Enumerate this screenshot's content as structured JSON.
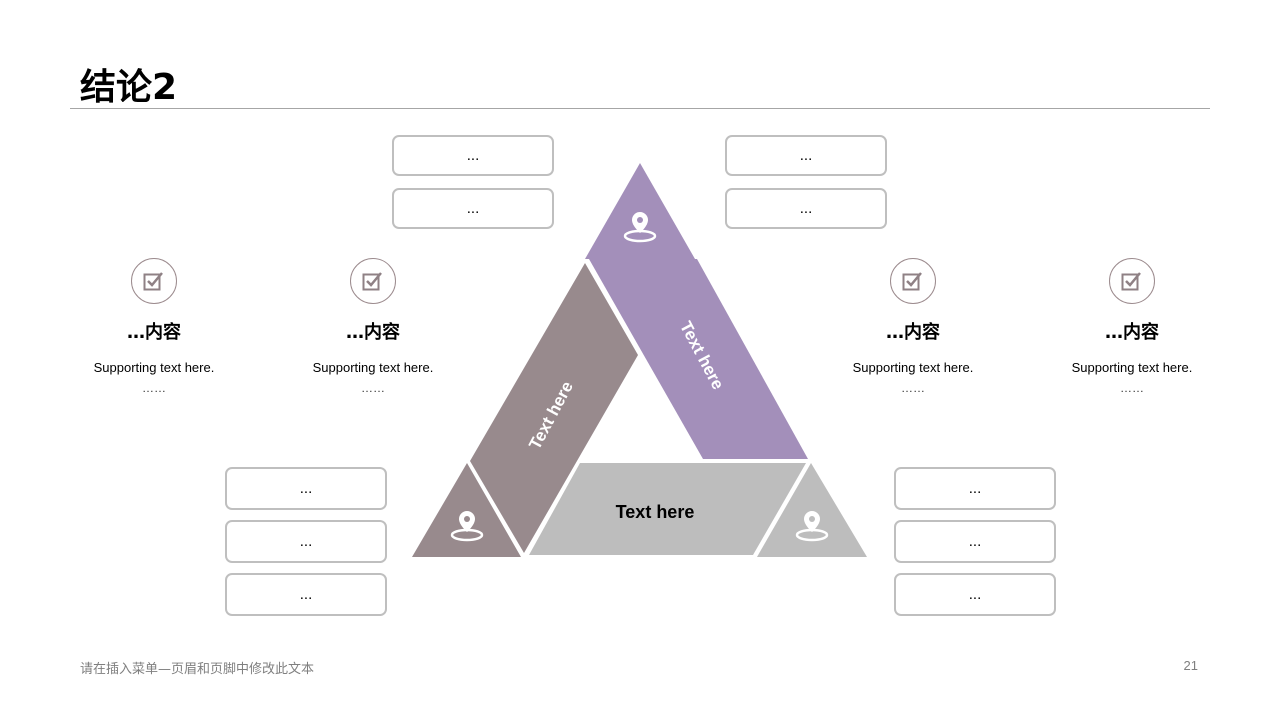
{
  "title": "结论2",
  "colors": {
    "purple": "#a38fba",
    "mauve": "#988a8d",
    "gray": "#bdbdbd",
    "box_border": "#bfbfbf"
  },
  "triangle": {
    "left_band_label": "Text here",
    "right_band_label": "Text here",
    "bottom_band_label": "Text here",
    "corner_icons": [
      "location-pin-icon",
      "location-pin-icon",
      "location-pin-icon"
    ]
  },
  "boxes": {
    "top_left": [
      "...",
      "..."
    ],
    "top_right": [
      "...",
      "..."
    ],
    "bottom_left": [
      "...",
      "...",
      "..."
    ],
    "bottom_right": [
      "...",
      "...",
      "..."
    ]
  },
  "features": [
    {
      "icon": "checkbox-icon",
      "title": "…内容",
      "desc": "Supporting text here.",
      "dots": "……"
    },
    {
      "icon": "checkbox-icon",
      "title": "…内容",
      "desc": "Supporting text here.",
      "dots": "……"
    },
    {
      "icon": "checkbox-icon",
      "title": "…内容",
      "desc": "Supporting  text here.",
      "dots": "……"
    },
    {
      "icon": "checkbox-icon",
      "title": "…内容",
      "desc": "Supporting  text here.",
      "dots": "……"
    }
  ],
  "footer": {
    "text": "请在插入菜单—页眉和页脚中修改此文本",
    "page_number": "21"
  }
}
